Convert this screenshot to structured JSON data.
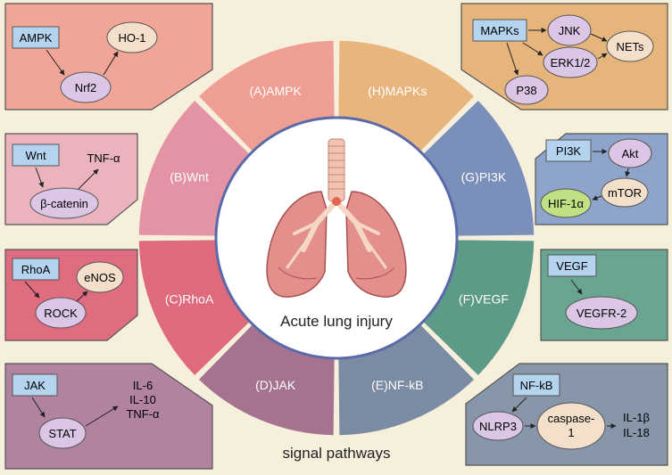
{
  "title": "Acute lung injury",
  "footer": "signal pathways",
  "colors": {
    "background": "#f6efdc",
    "box_blue": "#b3d3ef",
    "node_purple": "#dcc6e6",
    "node_cream": "#f3dfca",
    "node_green": "#bfe183"
  },
  "segments": [
    {
      "key": "ampk",
      "label": "(A)AMPK",
      "color": "#ef9e93"
    },
    {
      "key": "wnt",
      "label": "(B)Wnt",
      "color": "#e393a4"
    },
    {
      "key": "rhoa",
      "label": "(C)RhoA",
      "color": "#df6a7e"
    },
    {
      "key": "jak",
      "label": "(D)JAK",
      "color": "#a5738f"
    },
    {
      "key": "nfkb",
      "label": "(E)NF-kB",
      "color": "#7b8ba4"
    },
    {
      "key": "vegf",
      "label": "(F)VEGF",
      "color": "#5d9a88"
    },
    {
      "key": "pi3k",
      "label": "(G)PI3K",
      "color": "#7a90bb"
    },
    {
      "key": "mapks",
      "label": "(H)MAPKs",
      "color": "#e8b57c"
    }
  ],
  "panels": {
    "ampk": {
      "bg": "#f1a597",
      "nodes": {
        "a": "AMPK",
        "b": "Nrf2",
        "c": "HO-1"
      }
    },
    "wnt": {
      "bg": "#ebb3be",
      "nodes": {
        "a": "Wnt",
        "b": "β-catenin",
        "c": "TNF-α"
      }
    },
    "rhoa": {
      "bg": "#df6c7f",
      "nodes": {
        "a": "RhoA",
        "b": "ROCK",
        "c": "eNOS"
      }
    },
    "jak": {
      "bg": "#b183a0",
      "nodes": {
        "a": "JAK",
        "b": "STAT",
        "c1": "IL-6",
        "c2": "IL-10",
        "c3": "TNF-α"
      }
    },
    "mapks": {
      "bg": "#e6b57b",
      "nodes": {
        "a": "MAPKs",
        "b": "JNK",
        "c": "ERK1/2",
        "d": "P38",
        "e": "NETs"
      }
    },
    "pi3k": {
      "bg": "#8ea4cb",
      "nodes": {
        "a": "PI3K",
        "b": "Akt",
        "c": "mTOR",
        "d": "HIF-1α"
      }
    },
    "vegf": {
      "bg": "#6aa592",
      "nodes": {
        "a": "VEGF",
        "b": "VEGFR-2"
      }
    },
    "nfkb": {
      "bg": "#8896aa",
      "nodes": {
        "a": "NF-kB",
        "b": "NLRP3",
        "c1": "caspase-",
        "c2": "1",
        "d1": "IL-1β",
        "d2": "IL-18"
      }
    }
  }
}
